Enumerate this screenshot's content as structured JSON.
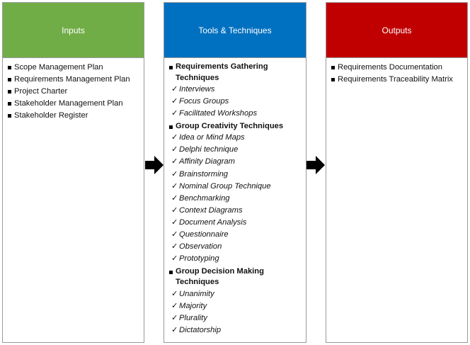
{
  "columns": {
    "inputs": {
      "header": "Inputs",
      "color": "#70ad47",
      "items": [
        "Scope Management Plan",
        "Requirements Management Plan",
        "Project Charter",
        "Stakeholder Management Plan",
        "Stakeholder Register"
      ]
    },
    "tools": {
      "header": "Tools & Techniques",
      "color": "#0070c0",
      "groups": [
        {
          "title": "Requirements Gathering Techniques",
          "items": [
            "Interviews",
            "Focus Groups",
            "Facilitated Workshops"
          ]
        },
        {
          "title": "Group Creativity Techniques",
          "items": [
            "Idea or Mind Maps",
            "Delphi technique",
            "Affinity Diagram",
            "Brainstorming",
            "Nominal Group Technique",
            "Benchmarking",
            "Context Diagrams",
            "Document Analysis",
            "Questionnaire",
            "Observation",
            "Prototyping"
          ]
        },
        {
          "title": "Group Decision Making Techniques",
          "items": [
            "Unanimity",
            "Majority",
            "Plurality",
            "Dictatorship"
          ]
        }
      ]
    },
    "outputs": {
      "header": "Outputs",
      "color": "#c00000",
      "items": [
        "Requirements Documentation",
        "Requirements Traceability Matrix"
      ]
    }
  },
  "icons": {
    "arrow": "right-arrow-icon",
    "check": "checkmark-icon",
    "bullet": "square-bullet-icon"
  }
}
